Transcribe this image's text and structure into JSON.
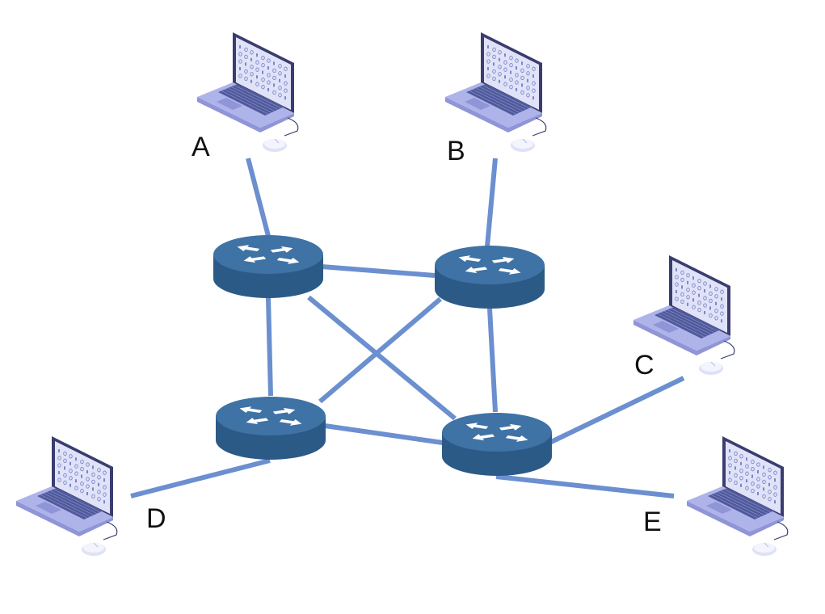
{
  "diagram": {
    "type": "network-topology",
    "colors": {
      "link": "#6b8fcf",
      "router_top": "#3f72a5",
      "router_side": "#2c5a86",
      "router_arrow": "#ffffff",
      "laptop_body": "#aeb3ea",
      "laptop_keyboard": "#505a9a",
      "laptop_screen": "#e0e3f8",
      "laptop_bezel": "#3a3d6e",
      "screen_digits": "#7c85c8"
    },
    "hosts": [
      {
        "id": "A",
        "label": "A"
      },
      {
        "id": "B",
        "label": "B"
      },
      {
        "id": "C",
        "label": "C"
      },
      {
        "id": "D",
        "label": "D"
      },
      {
        "id": "E",
        "label": "E"
      }
    ],
    "routers": [
      {
        "id": "R1",
        "icon": "router-icon"
      },
      {
        "id": "R2",
        "icon": "router-icon"
      },
      {
        "id": "R3",
        "icon": "router-icon"
      },
      {
        "id": "R4",
        "icon": "router-icon"
      }
    ],
    "links": [
      [
        "A",
        "R1"
      ],
      [
        "B",
        "R2"
      ],
      [
        "C",
        "R4"
      ],
      [
        "D",
        "R3"
      ],
      [
        "E",
        "R4"
      ],
      [
        "R1",
        "R2"
      ],
      [
        "R1",
        "R3"
      ],
      [
        "R1",
        "R4"
      ],
      [
        "R2",
        "R3"
      ],
      [
        "R2",
        "R4"
      ],
      [
        "R3",
        "R4"
      ]
    ]
  }
}
